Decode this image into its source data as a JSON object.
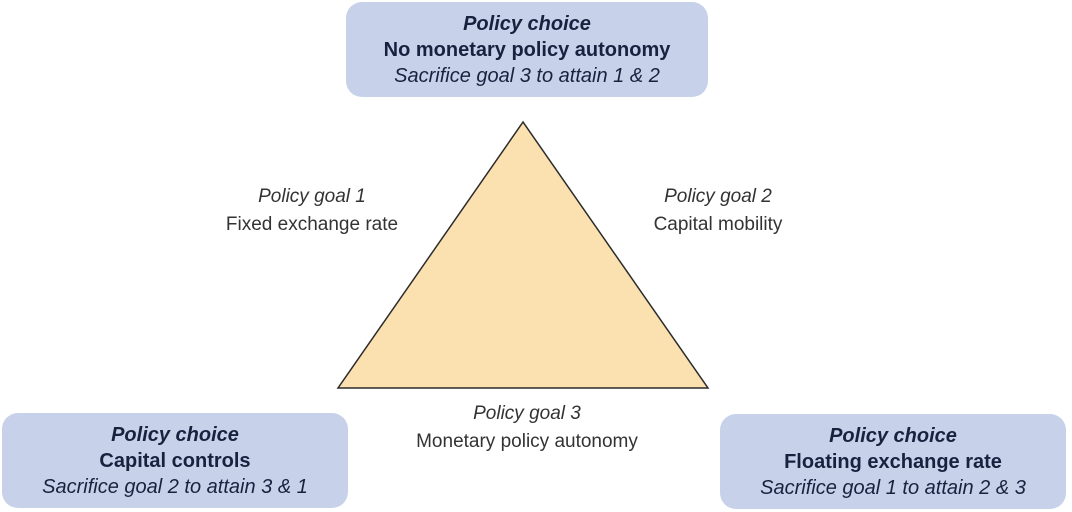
{
  "diagram": {
    "subject": "policy-trilemma-triangle",
    "boxes": {
      "top": {
        "title": "Policy choice",
        "choice": "No monetary policy autonomy",
        "sacrifice": "Sacrifice goal 3 to attain 1 & 2"
      },
      "bottom_left": {
        "title": "Policy choice",
        "choice": "Capital controls",
        "sacrifice": "Sacrifice goal 2 to attain 3 & 1"
      },
      "bottom_right": {
        "title": "Policy choice",
        "choice": "Floating exchange rate",
        "sacrifice": "Sacrifice goal 1 to attain 2 & 3"
      }
    },
    "goals": {
      "goal1": {
        "name": "Policy goal 1",
        "desc": "Fixed exchange rate"
      },
      "goal2": {
        "name": "Policy goal 2",
        "desc": "Capital mobility"
      },
      "goal3": {
        "name": "Policy goal 3",
        "desc": "Monetary policy autonomy"
      }
    },
    "colors": {
      "triangle_fill": "#FCE1B0",
      "triangle_stroke": "#2B2B2B",
      "box_fill": "#C7D2EA",
      "box_text": "#18223F",
      "goal_text": "#333333",
      "background": "#FFFFFF"
    }
  }
}
